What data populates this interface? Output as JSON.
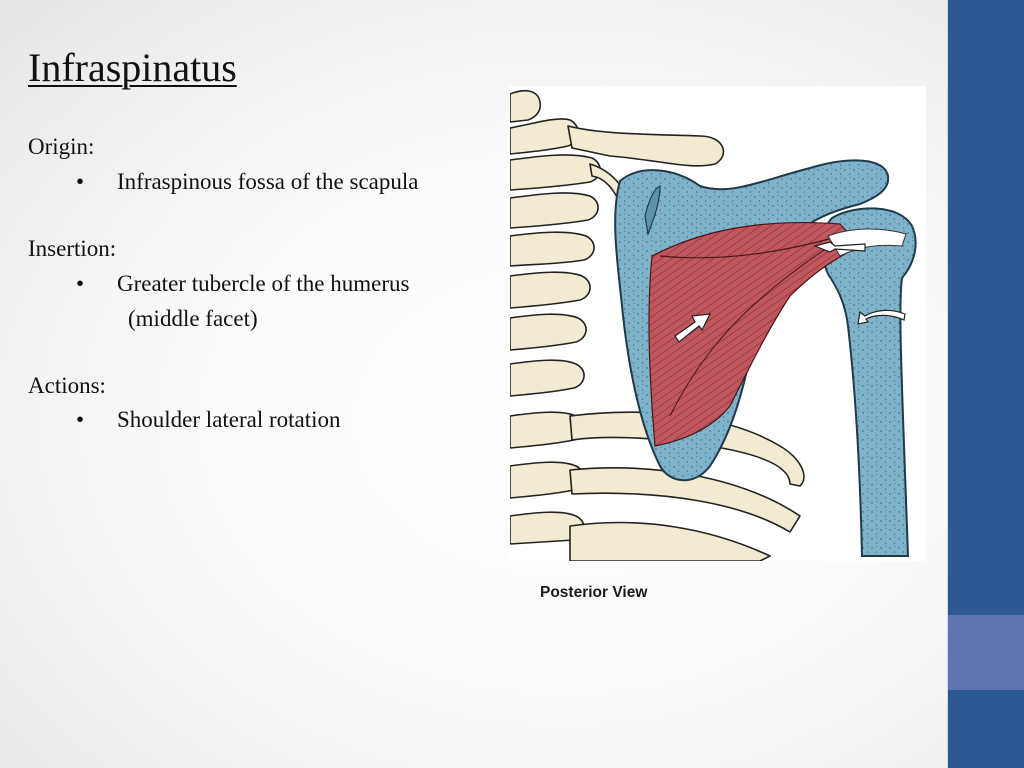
{
  "slide": {
    "title": "Infraspinatus",
    "sections": [
      {
        "label": "Origin:",
        "bullets": [
          {
            "symbol": "•",
            "text": "Infraspinous fossa of the scapula"
          }
        ]
      },
      {
        "label": "Insertion:",
        "bullets": [
          {
            "symbol": "•",
            "text": "Greater tubercle of the humerus",
            "continuation": "(middle facet)"
          }
        ]
      },
      {
        "label": "Actions:",
        "bullets": [
          {
            "symbol": "•",
            "text": "Shoulder lateral rotation"
          }
        ]
      }
    ]
  },
  "figure": {
    "caption": "Posterior View",
    "description": "Posterior view illustration of the right shoulder showing the scapula and humerus (blue) with the infraspinatus muscle (red) and ribs (cream); white arrows indicate muscle pull and lateral rotation of the humerus"
  },
  "theme": {
    "sidebar_color": "#2e5894",
    "sidebar_accent_color": "#5f75b2",
    "bone_color": "#7fb2cb",
    "muscle_color": "#c0575c",
    "rib_color": "#f3ead2"
  }
}
